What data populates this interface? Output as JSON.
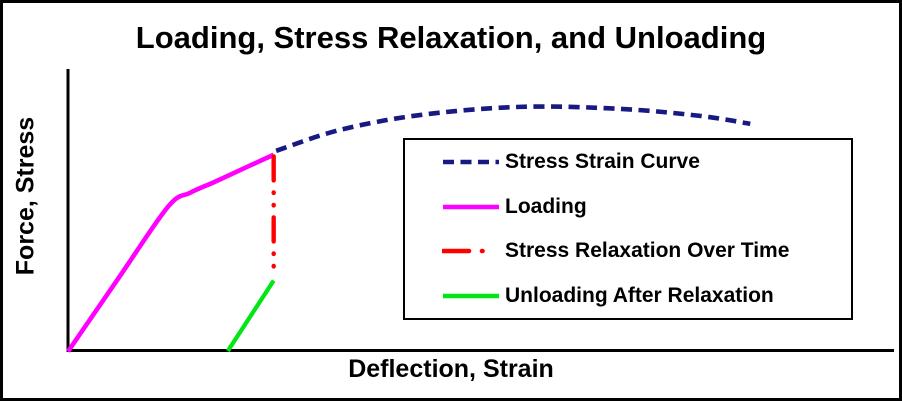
{
  "figure": {
    "title": "Loading, Stress Relaxation, and Unloading"
  },
  "chart_data": {
    "type": "line",
    "title": "Loading, Stress Relaxation, and Unloading",
    "xlabel": "Deflection, Strain",
    "ylabel": "Force, Stress",
    "xlim": [
      0,
      100
    ],
    "ylim": [
      0,
      100
    ],
    "ticks_visible": false,
    "grid": false,
    "legend_position": "center-right",
    "axis_color": "#000000",
    "series": [
      {
        "name": "Stress Strain Curve",
        "color": "#191983",
        "style": "dashed",
        "smooth": true,
        "points": [
          [
            25.2,
            71.3
          ],
          [
            32.9,
            78.7
          ],
          [
            42.6,
            84.0
          ],
          [
            54.7,
            86.9
          ],
          [
            66.8,
            86.2
          ],
          [
            76.5,
            83.7
          ],
          [
            82.6,
            80.9
          ]
        ]
      },
      {
        "name": "Loading",
        "color": "#ff00ff",
        "style": "solid",
        "smooth": true,
        "points": [
          [
            0,
            0
          ],
          [
            6.1,
            26.0
          ],
          [
            12.1,
            51.4
          ],
          [
            14.8,
            56.4
          ],
          [
            17.8,
            60.3
          ],
          [
            21.4,
            65.2
          ],
          [
            24.9,
            69.9
          ]
        ]
      },
      {
        "name": "Stress Relaxation Over Time",
        "color": "#ff0000",
        "style": "dashdot",
        "smooth": false,
        "points": [
          [
            24.9,
            69.3
          ],
          [
            24.9,
            27.2
          ]
        ]
      },
      {
        "name": "Unloading After Relaxation",
        "color": "#00e713",
        "style": "solid",
        "smooth": false,
        "points": [
          [
            24.9,
            25.2
          ],
          [
            19.35,
            0.2
          ]
        ]
      }
    ]
  }
}
